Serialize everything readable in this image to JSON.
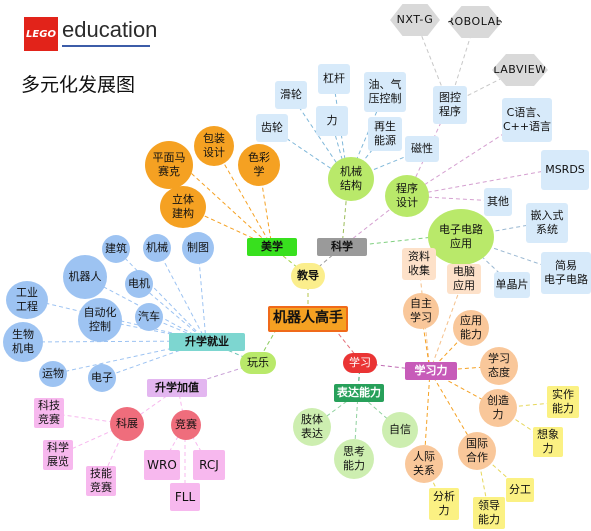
{
  "brand": {
    "logo": "LEGO",
    "name": "education"
  },
  "title": "多元化发展图",
  "center": "机器人高手",
  "hubs": {
    "teaching": "教导",
    "aesthetics": "美学",
    "science": "科学",
    "play": "玩乐",
    "study": "学习",
    "employment": "升学就业",
    "further_study": "升学加值",
    "learning_ability": "学习力",
    "expression": "表达能力"
  },
  "aesthetics": [
    "平面马赛克",
    "包装设计",
    "色彩学",
    "立体建构"
  ],
  "science": {
    "mechanical": "机械结构",
    "programming": "程序设计",
    "electronics": "电子电路应用"
  },
  "mechanical": [
    "滑轮",
    "杠杆",
    "油、气压控制",
    "齿轮",
    "力",
    "再生能源",
    "磁性"
  ],
  "programming": [
    "图控程序",
    "C语言、C++语言",
    "MSRDS",
    "其他"
  ],
  "programming_tools": [
    "NXT-G",
    "ROBOLAB",
    "LABVIEW"
  ],
  "electronics": [
    "嵌入式系统",
    "简易电子电路",
    "单晶片"
  ],
  "employment": [
    "建筑",
    "机械",
    "制图",
    "机器人",
    "电机",
    "自动化控制",
    "汽车",
    "工业工程",
    "生物机电",
    "运物",
    "电子"
  ],
  "further_study": [
    "科展",
    "竞赛"
  ],
  "science_fair": [
    "科技竞赛",
    "科学展览",
    "技能竞赛"
  ],
  "competitions": [
    "WRO",
    "RCJ",
    "FLL"
  ],
  "learning": [
    "资料收集",
    "电脑应用",
    "自主学习",
    "应用能力",
    "学习态度",
    "创造力",
    "国际合作",
    "人际关系"
  ],
  "abilities": [
    "实作能力",
    "想象力",
    "分工",
    "分析力",
    "领导能力"
  ],
  "expression": [
    "肢体表达",
    "思考能力",
    "自信"
  ]
}
